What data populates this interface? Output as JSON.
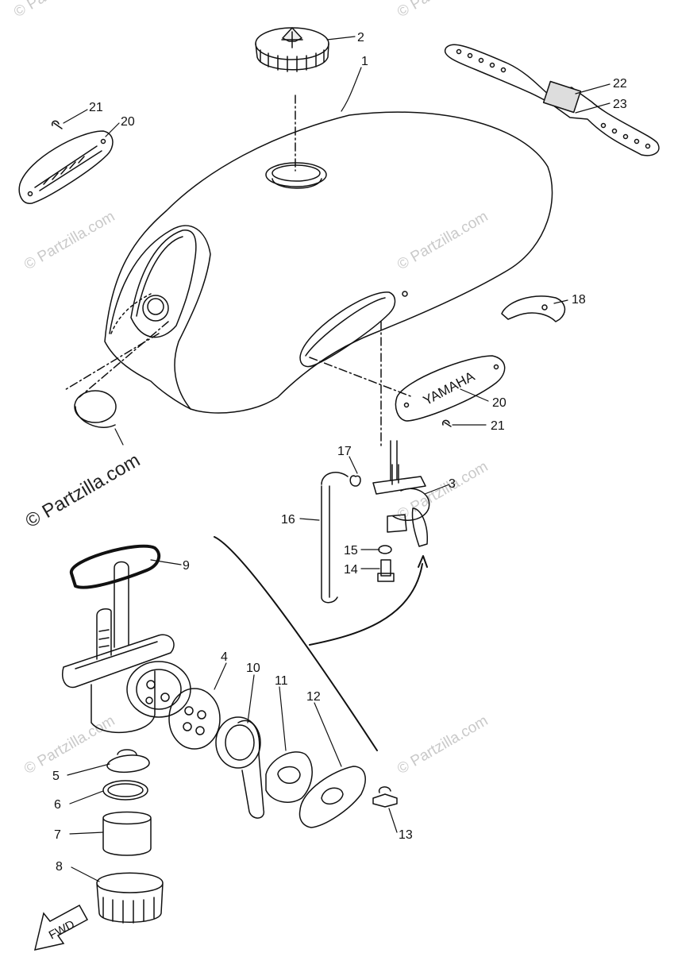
{
  "watermark": {
    "text": "© Partzilla.com",
    "prominent_text": "© Partzilla.com"
  },
  "emblem_text": "YAMAHA",
  "fwd_label": "FWD",
  "callouts": {
    "c1": "1",
    "c2": "2",
    "c3": "3",
    "c4": "4",
    "c5": "5",
    "c6": "6",
    "c7": "7",
    "c8": "8",
    "c9": "9",
    "c10": "10",
    "c11": "11",
    "c12": "12",
    "c13": "13",
    "c14": "14",
    "c15": "15",
    "c16": "16",
    "c17": "17",
    "c18": "18",
    "c20a": "20",
    "c20b": "20",
    "c21a": "21",
    "c21b": "21",
    "c22": "22",
    "c23": "23"
  },
  "colors": {
    "ink": "#111111",
    "watermark": "#c9c9c9"
  }
}
